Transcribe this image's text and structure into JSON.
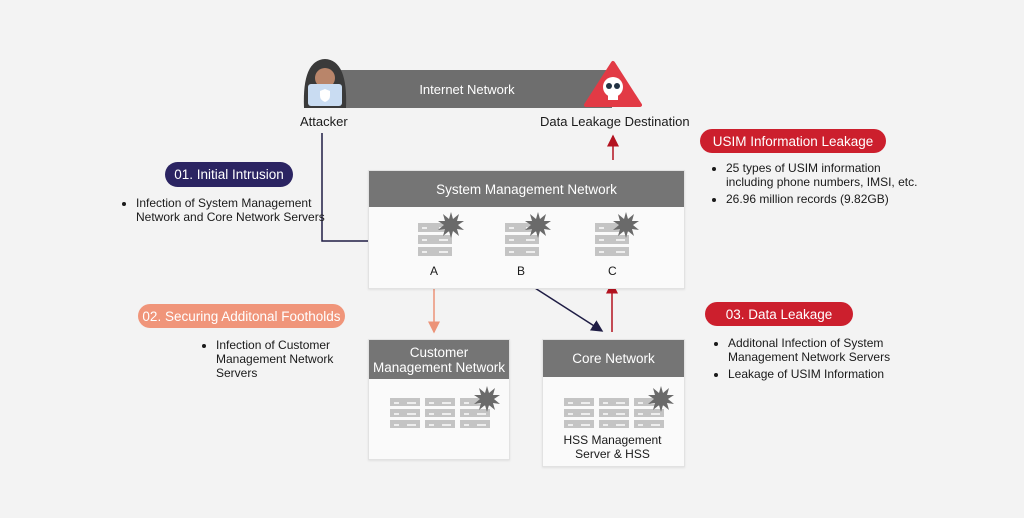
{
  "internet": {
    "title": "Internet Network"
  },
  "attacker": {
    "label": "Attacker",
    "icon": "hacker-laptop-icon"
  },
  "destination": {
    "label": "Data Leakage Destination",
    "icon": "skull-warning-icon"
  },
  "steps": {
    "initial": {
      "badge": "01. Initial Intrusion",
      "bullets": [
        "Infection of System Management Network and Core Network Servers"
      ]
    },
    "footholds": {
      "badge": "02. Securing Additonal Footholds",
      "bullets": [
        "Infection of Customer Management Network Servers"
      ]
    },
    "leakage": {
      "badge": "03. Data Leakage",
      "bullets": [
        "Additonal Infection of System Management Network Servers",
        "Leakage of USIM Information"
      ]
    },
    "usim": {
      "badge": "USIM Information Leakage",
      "bullets": [
        "25 types of USIM information including phone numbers, IMSI, etc.",
        "26.96 million records (9.82GB)"
      ]
    }
  },
  "networks": {
    "system": {
      "title": "System Management Network",
      "servers": [
        "A",
        "B",
        "C"
      ]
    },
    "customer": {
      "title": "Customer Management Network"
    },
    "core": {
      "title": "Core Network",
      "caption": "HSS Management Server & HSS"
    }
  },
  "colors": {
    "navy": "#2b2462",
    "orange": "#f0957a",
    "red": "#cc1f2d",
    "gray": "#6e6e6e"
  }
}
